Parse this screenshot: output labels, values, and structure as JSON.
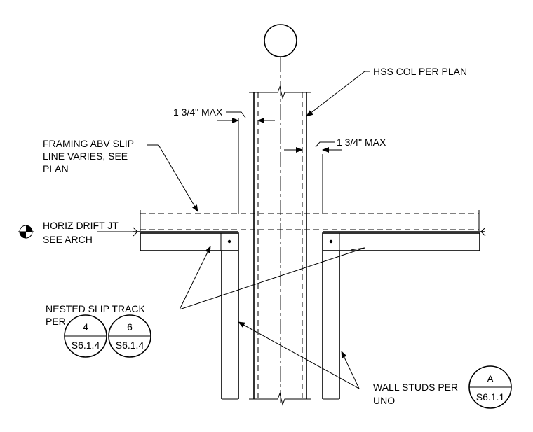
{
  "labels": {
    "hss_col": "HSS COL PER PLAN",
    "max_left": "1 3/4\" MAX",
    "max_right": "1 3/4\" MAX",
    "framing_line1": "FRAMING ABV SLIP",
    "framing_line2": "LINE VARIES, SEE",
    "framing_line3": "PLAN",
    "drift_line1": "HORIZ DRIFT JT",
    "drift_line2": "SEE ARCH",
    "slip_line1": "NESTED SLIP TRACK",
    "slip_line2": "PER",
    "studs_line1": "WALL STUDS PER",
    "studs_line2": "UNO"
  },
  "detail_bubbles": [
    {
      "top": "4",
      "bottom": "S6.1.4"
    },
    {
      "top": "6",
      "bottom": "S6.1.4"
    },
    {
      "top": "A",
      "bottom": "S6.1.1"
    }
  ]
}
